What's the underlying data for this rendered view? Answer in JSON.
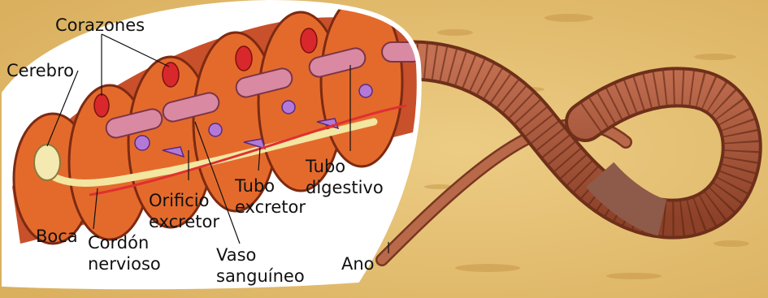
{
  "labels": {
    "corazones": "Corazones",
    "cerebro": "Cerebro",
    "boca": "Boca",
    "cordon_1": "Cordón",
    "cordon_2": "nervioso",
    "orificio_1": "Orificio",
    "orificio_2": "excretor",
    "vaso_1": "Vaso",
    "vaso_2": "sanguíneo",
    "tubo_excretor_1": "Tubo",
    "tubo_excretor_2": "excretor",
    "tubo_digestivo_1": "Tubo",
    "tubo_digestivo_2": "digestivo",
    "ano": "Ano"
  },
  "colors": {
    "soil": "#e8c478",
    "worm": "#b05a3c",
    "segment": "#e0612a",
    "heart": "#d8282c",
    "digestive_tube": "#d98aa2",
    "nerve_cord": "#f2e6a0"
  }
}
